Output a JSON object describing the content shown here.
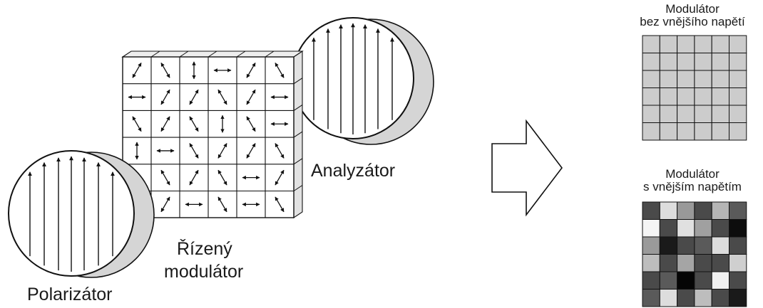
{
  "labels": {
    "analyzer": "Analyzátor",
    "modulator_line1": "Řízený",
    "modulator_line2": "modulátor",
    "polarizer": "Polarizátor",
    "grid_off_line1": "Modulátor",
    "grid_off_line2": "bez vnějšího napětí",
    "grid_on_line1": "Modulátor",
    "grid_on_line2": "s vnějším napětím"
  },
  "modulator_arrows": [
    [
      "diag-r",
      "diag-l",
      "vertical",
      "horizontal",
      "diag-r",
      "diag-l"
    ],
    [
      "horizontal",
      "diag-r",
      "diag-r",
      "diag-l",
      "diag-r",
      "horizontal"
    ],
    [
      "diag-l",
      "diag-r",
      "diag-l",
      "vertical",
      "diag-l",
      "horizontal"
    ],
    [
      "vertical",
      "horizontal",
      "diag-l",
      "diag-r",
      "diag-r",
      "diag-l"
    ],
    [
      "diag-l",
      "diag-l",
      "diag-r",
      "diag-l",
      "horizontal",
      "diag-r"
    ],
    [
      "diag-r",
      "diag-r",
      "horizontal",
      "diag-l",
      "horizontal",
      "diag-l"
    ]
  ],
  "grid_off_fill": "#cccccc",
  "grid_on_fills": [
    [
      "#4a4a4a",
      "#dddddd",
      "#999999",
      "#4a4a4a",
      "#b5b5b5",
      "#5a5a5a"
    ],
    [
      "#f5f5f5",
      "#4a4a4a",
      "#e0e0e0",
      "#a0a0a0",
      "#4a4a4a",
      "#0d0d0d"
    ],
    [
      "#9a9a9a",
      "#1a1a1a",
      "#4a4a4a",
      "#5a5a5a",
      "#dcdcdc",
      "#4a4a4a"
    ],
    [
      "#bdbdbd",
      "#4a4a4a",
      "#a5a5a5",
      "#4a4a4a",
      "#4a4a4a",
      "#cfcfcf"
    ],
    [
      "#4a4a4a",
      "#5a5a5a",
      "#050505",
      "#4a4a4a",
      "#f0f0f0",
      "#4a4a4a"
    ],
    [
      "#5a5a5a",
      "#dddddd",
      "#4a4a4a",
      "#bdbdbd",
      "#4a4a4a",
      "#1a1a1a"
    ]
  ]
}
